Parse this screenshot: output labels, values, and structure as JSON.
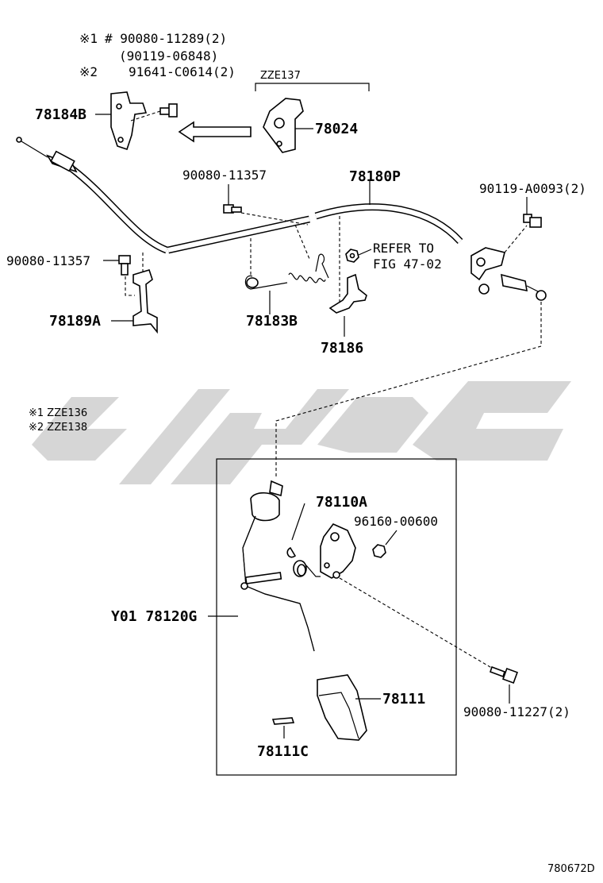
{
  "notes": {
    "note1_mark": "※1",
    "note1_text": "# 90080-11289(2)",
    "note1_sub": "(90119-06848)",
    "note2_mark": "※2",
    "note2_text": "91641-C0614(2)",
    "variant_label": "ZZE137",
    "legend1": "※1 ZZE136",
    "legend2": "※2 ZZE138"
  },
  "parts": {
    "p78184B": "78184B",
    "p78024": "78024",
    "p90080_11357_a": "90080-11357",
    "p78180P": "78180P",
    "p90119_A0093": "90119-A0093(2)",
    "p90080_11357_b": "90080-11357",
    "refer1": "REFER TO",
    "refer2": "FIG 47-02",
    "p78189A": "78189A",
    "p78183B": "78183B",
    "p78186": "78186",
    "p78110A": "78110A",
    "p96160": "96160-00600",
    "p78120G": "Y01 78120G",
    "p78111": "78111",
    "p90080_11227": "90080-11227(2)",
    "p78111C": "78111C"
  },
  "figure_code": "780672D",
  "colors": {
    "line": "#000000",
    "watermark": "#cfcfcf"
  }
}
